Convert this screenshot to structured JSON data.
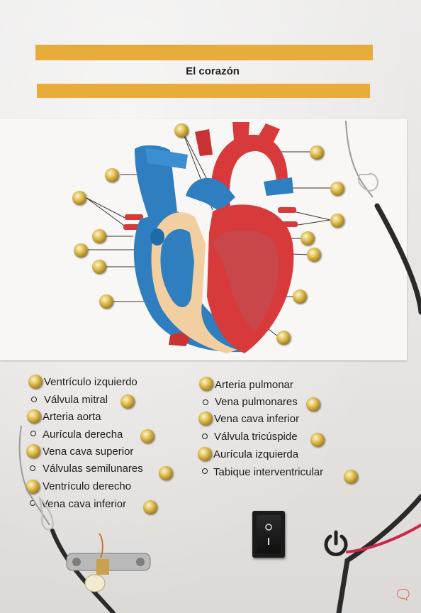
{
  "title": "El corazón",
  "labels_left": [
    {
      "text": "Ventrículo izquierdo",
      "type": "stud"
    },
    {
      "text": "Válvula mitral",
      "type": "bullet"
    },
    {
      "text": "Arteria aorta",
      "type": "stud"
    },
    {
      "text": "Aurícula derecha",
      "type": "bullet"
    },
    {
      "text": "Vena cava superior",
      "type": "stud"
    },
    {
      "text": "Válvulas semilunares",
      "type": "bullet"
    },
    {
      "text": "Ventrículo derecho",
      "type": "stud"
    },
    {
      "text": "Vena cava inferior",
      "type": "bullet"
    }
  ],
  "labels_right": [
    {
      "text": "Arteria pulmonar",
      "type": "stud"
    },
    {
      "text": "Vena pulmonares",
      "type": "bullet"
    },
    {
      "text": "Vena cava inferior",
      "type": "stud"
    },
    {
      "text": "Válvula tricúspide",
      "type": "bullet"
    },
    {
      "text": "Aurícula izquierda",
      "type": "stud"
    },
    {
      "text": "Tabique interventricular",
      "type": "bullet"
    }
  ],
  "colors": {
    "strip": "#e8ac3b",
    "artery": "#d8393a",
    "vein": "#2f7fc0",
    "tissue": "#f1cfa0"
  },
  "icons": [
    "power-icon",
    "rocker-switch",
    "light-bulb",
    "brass-stud",
    "wire-probe"
  ]
}
